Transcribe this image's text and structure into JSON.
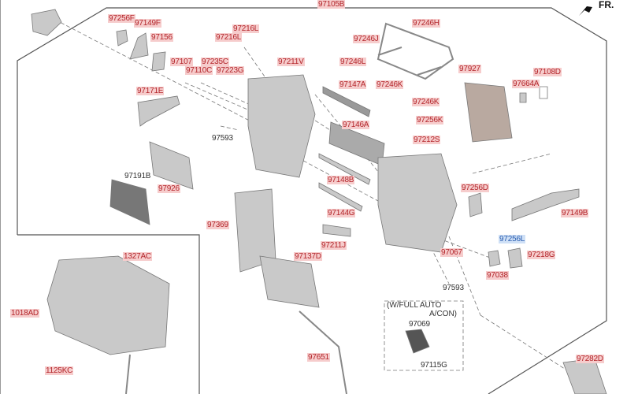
{
  "diagram": {
    "title_part": "97105B",
    "direction_label": "FR.",
    "note": {
      "line1": "(W/FULL AUTO",
      "line2": "A/CON)"
    },
    "labels": [
      "97256F",
      "97149F",
      "97156",
      "97216L",
      "97216L",
      "97107",
      "97235C",
      "97110C",
      "97223G",
      "97211V",
      "97171E",
      "97593",
      "97191B",
      "97926",
      "97246H",
      "97246J",
      "97246L",
      "97246K",
      "97246K",
      "97927",
      "97108D",
      "97664A",
      "97256K",
      "97147A",
      "97146A",
      "97212S",
      "97148B",
      "97256D",
      "97144G",
      "97149B",
      "97369",
      "97211J",
      "97256L",
      "97218G",
      "97067",
      "97038",
      "97593",
      "97137D",
      "1327AC",
      "1018AD",
      "1125KC",
      "97069",
      "97115G",
      "97651",
      "97282D"
    ],
    "colors": {
      "highlight": "#f6cccc",
      "label_text": "#b3262b",
      "selected": "#cfe0f6",
      "part_fill": "#c9c9c9"
    }
  }
}
